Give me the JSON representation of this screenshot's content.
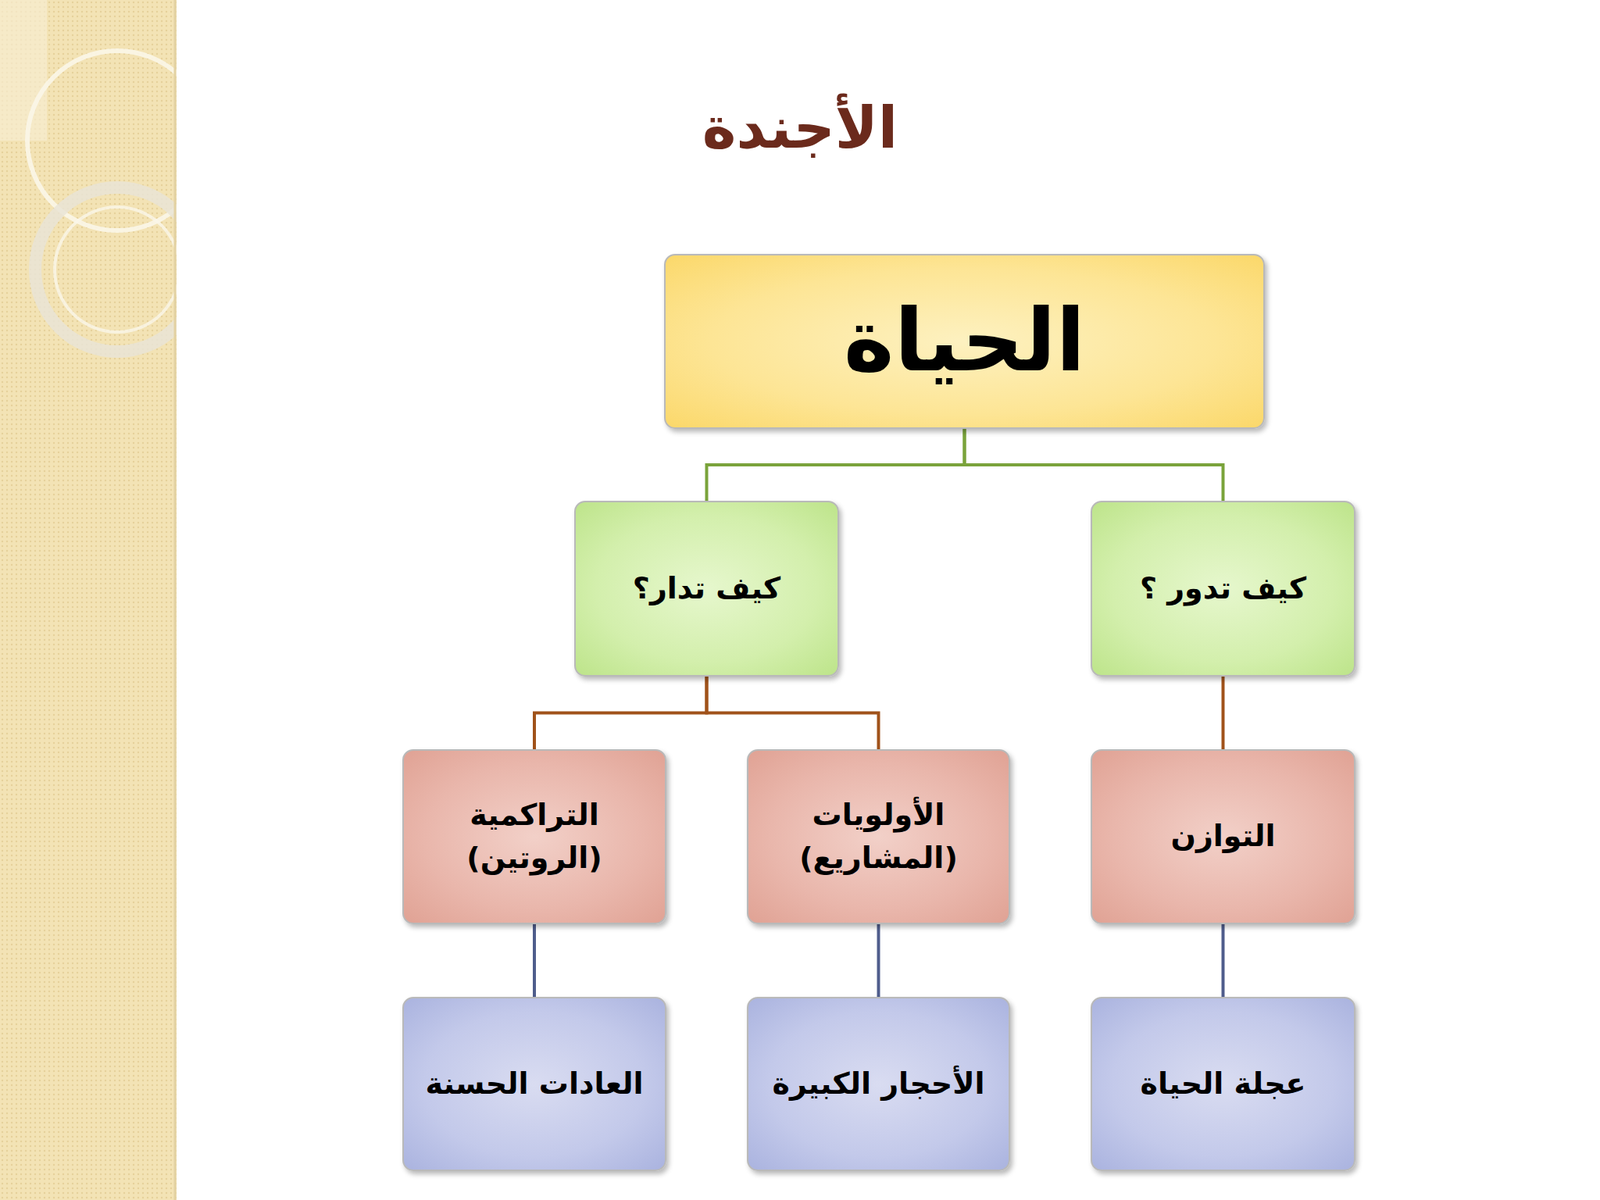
{
  "diagram": {
    "title": "الأجندة",
    "nodes": [
      {
        "text": [
          "الحياة"
        ]
      },
      {
        "text": [
          "كيف تدور ؟"
        ]
      },
      {
        "text": [
          "كيف تدار؟"
        ]
      },
      {
        "text": [
          "التوازن"
        ]
      },
      {
        "text": [
          "الأولويات (المشاريع)"
        ]
      },
      {
        "text": [
          "التراكمية (الروتين)"
        ]
      },
      {
        "text": [
          "عجلة الحياة"
        ]
      },
      {
        "text": [
          "الأحجار الكبيرة"
        ]
      },
      {
        "text": [
          "العادات الحسنة"
        ]
      }
    ],
    "edges": [
      {
        "from": 0,
        "to": 1,
        "arrow": "none"
      },
      {
        "from": 0,
        "to": 2,
        "arrow": "none"
      },
      {
        "from": 1,
        "to": 3,
        "arrow": "none"
      },
      {
        "from": 2,
        "to": 4,
        "arrow": "none"
      },
      {
        "from": 2,
        "to": 5,
        "arrow": "none"
      },
      {
        "from": 3,
        "to": 6,
        "arrow": "none"
      },
      {
        "from": 4,
        "to": 7,
        "arrow": "none"
      },
      {
        "from": 5,
        "to": 8,
        "arrow": "none"
      }
    ]
  }
}
